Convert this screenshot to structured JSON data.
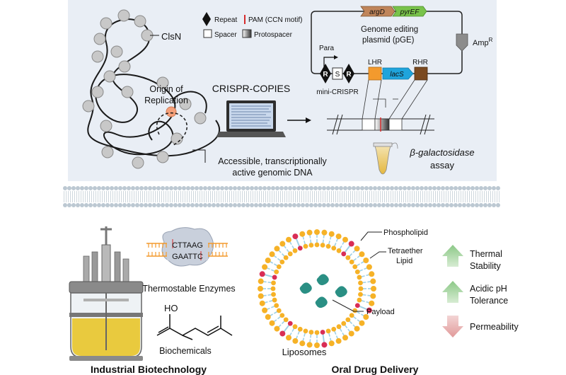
{
  "top": {
    "chromosome": {
      "gene_label": "ClsN",
      "origin_label_line1": "Origin of",
      "origin_label_line2": "Replication",
      "accessible_line1": "Accessible, transcriptionally",
      "accessible_line2": "active genomic DNA"
    },
    "legend": {
      "repeat": "Repeat",
      "pam": "PAM (CCN motif)",
      "spacer": "Spacer",
      "protospacer": "Protospacer"
    },
    "tool_label": "CRISPR-COPIES",
    "plasmid": {
      "title_line1": "Genome editing",
      "title_line2": "plasmid (pGE)",
      "gene1": "argD",
      "gene2": "pyrEF",
      "amp": "Amp",
      "amp_sup": "R",
      "promoter": "Para",
      "repeat_letter": "R",
      "spacer_letter": "S",
      "mini_crispr": "mini-CRISPR",
      "lhr": "LHR",
      "rhr": "RHR",
      "reporter": "lacS"
    },
    "assay_line1": "β-galactosidase",
    "assay_line2": "assay"
  },
  "bottom": {
    "industrial": {
      "enzyme_top_seq": "CTTAAG",
      "enzyme_bottom_seq": "GAATTC",
      "enzymes_label": "Thermostable Enzymes",
      "molecule_label": "HO",
      "biochem_label": "Biochemicals",
      "section_title": "Industrial Biotechnology"
    },
    "drug": {
      "phospholipid": "Phospholipid",
      "tetraether_line1": "Tetraether",
      "tetraether_line2": "Lipid",
      "payload": "Payload",
      "liposomes": "Liposomes",
      "section_title": "Oral Drug Delivery",
      "benefit1_line1": "Thermal",
      "benefit1_line2": "Stability",
      "benefit2_line1": "Acidic pH",
      "benefit2_line2": "Tolerance",
      "benefit3_line1": "Permeability"
    }
  },
  "colors": {
    "top_panel_bg": "#e9eef5",
    "bead": "#c8c8c8",
    "origin": "#f5a07a",
    "gene_brown": "#c0855a",
    "gene_green": "#79c34a",
    "lhr": "#f39a2d",
    "rhr": "#7b4a21",
    "lacs": "#1fa4dc",
    "lipid_head": "#f6b227",
    "lipid_tail": "#9fd0e6",
    "tetraether_head": "#d92d55",
    "payload": "#2a8f84",
    "up_arrow": "#a4d3a0",
    "down_arrow": "#eab1b1",
    "broth": "#e8c52a"
  }
}
